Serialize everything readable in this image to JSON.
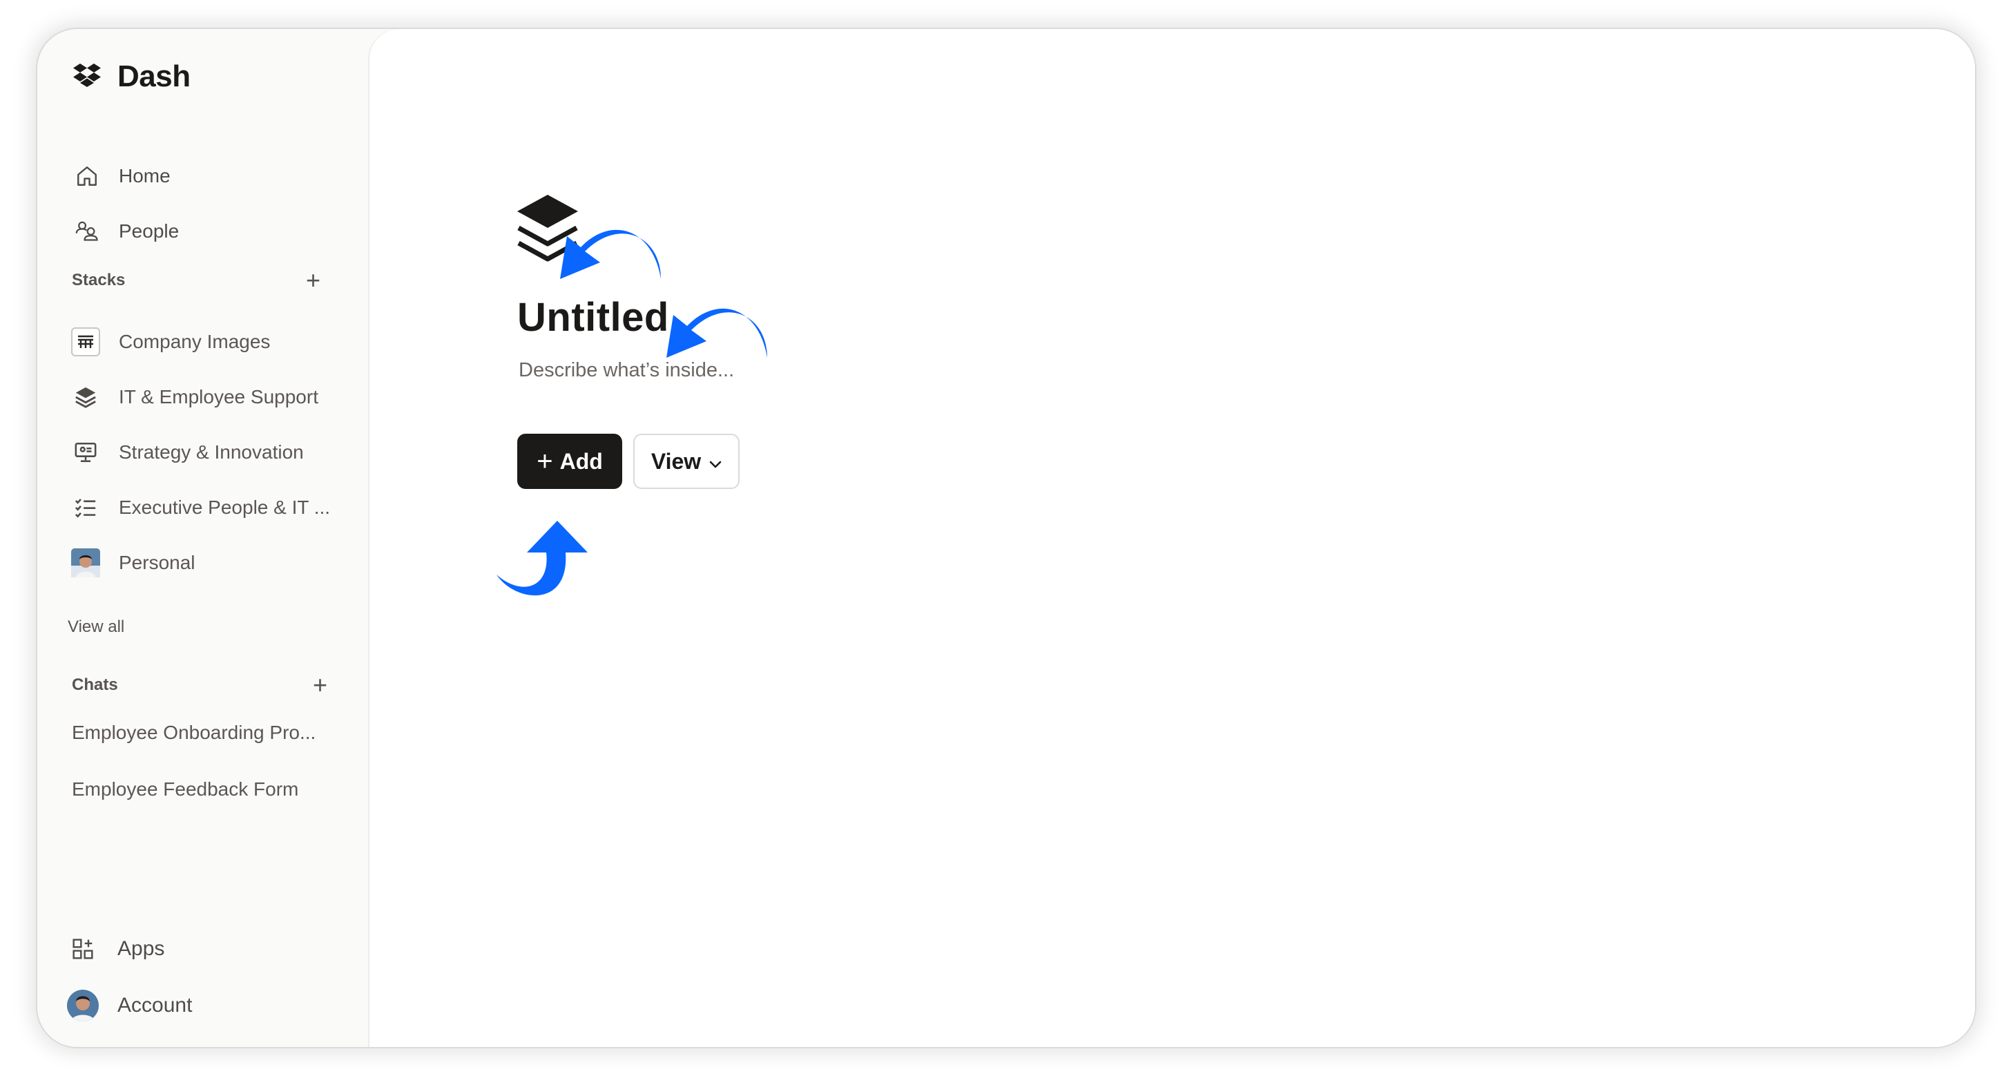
{
  "app": {
    "name": "Dash"
  },
  "nav": [
    {
      "label": "Home",
      "icon": "home-icon"
    },
    {
      "label": "People",
      "icon": "people-icon"
    }
  ],
  "stacks": {
    "heading": "Stacks",
    "items": [
      {
        "label": "Company Images",
        "icon": "gallery-icon"
      },
      {
        "label": "IT & Employee Support",
        "icon": "layers-icon"
      },
      {
        "label": "Strategy & Innovation",
        "icon": "presentation-icon"
      },
      {
        "label": "Executive People & IT ...",
        "icon": "checklist-icon"
      },
      {
        "label": "Personal",
        "icon": "avatar-thumbnail"
      }
    ],
    "view_all": "View all"
  },
  "chats": {
    "heading": "Chats",
    "items": [
      {
        "label": "Employee Onboarding Pro..."
      },
      {
        "label": "Employee Feedback Form"
      }
    ]
  },
  "bottom": {
    "apps": "Apps",
    "account": "Account"
  },
  "stack_page": {
    "title": "Untitled",
    "description_placeholder": "Describe what’s inside...",
    "add_label": "Add",
    "view_label": "View"
  },
  "colors": {
    "accent_arrow": "#0a66ff",
    "primary_button": "#1b1a19",
    "sidebar_bg": "#fafaf9"
  }
}
